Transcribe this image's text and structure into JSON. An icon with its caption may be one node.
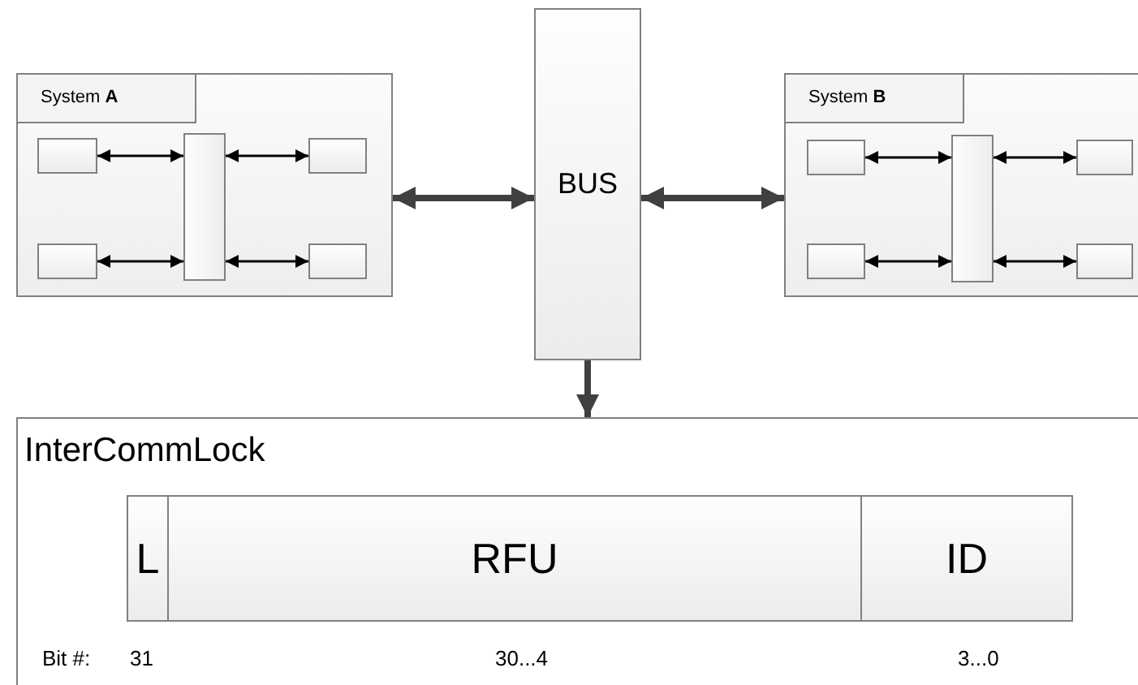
{
  "diagram": {
    "nodes": [
      {
        "text": [
          "System **A**"
        ]
      },
      {
        "text": [],
        "shape": "box",
        "in": 0
      },
      {
        "text": [],
        "shape": "box",
        "in": 0
      },
      {
        "text": [],
        "shape": "bar",
        "in": 0
      },
      {
        "text": [],
        "shape": "box",
        "in": 0
      },
      {
        "text": [],
        "shape": "box",
        "in": 0
      },
      {
        "text": [
          "BUS"
        ]
      },
      {
        "text": [
          "System **B**"
        ]
      },
      {
        "text": [],
        "shape": "box",
        "in": 7
      },
      {
        "text": [],
        "shape": "box",
        "in": 7
      },
      {
        "text": [],
        "shape": "bar",
        "in": 7
      },
      {
        "text": [],
        "shape": "box",
        "in": 7
      },
      {
        "text": [],
        "shape": "box",
        "in": 7
      },
      {
        "text": [
          "InterCommLock"
        ]
      },
      {
        "text": [
          "L"
        ],
        "in": 13
      },
      {
        "text": [
          "RFU"
        ],
        "in": 13
      },
      {
        "text": [
          "ID"
        ],
        "in": 13
      }
    ],
    "edges": [
      {
        "from": 1,
        "to": 3,
        "arrow": "both"
      },
      {
        "from": 3,
        "to": 4,
        "arrow": "both"
      },
      {
        "from": 2,
        "to": 3,
        "arrow": "both"
      },
      {
        "from": 3,
        "to": 5,
        "arrow": "both"
      },
      {
        "from": 8,
        "to": 10,
        "arrow": "both"
      },
      {
        "from": 10,
        "to": 11,
        "arrow": "both"
      },
      {
        "from": 9,
        "to": 10,
        "arrow": "both"
      },
      {
        "from": 10,
        "to": 12,
        "arrow": "both"
      },
      {
        "from": 0,
        "to": 6,
        "arrow": "both",
        "style": "thick",
        "color": "#404040"
      },
      {
        "from": 6,
        "to": 7,
        "arrow": "both",
        "style": "thick",
        "color": "#404040"
      },
      {
        "from": 6,
        "to": 13,
        "arrow": "to",
        "style": "thick",
        "color": "#404040"
      }
    ],
    "labels": [
      "Bit #:",
      "31",
      "30...4",
      "3...0"
    ]
  }
}
